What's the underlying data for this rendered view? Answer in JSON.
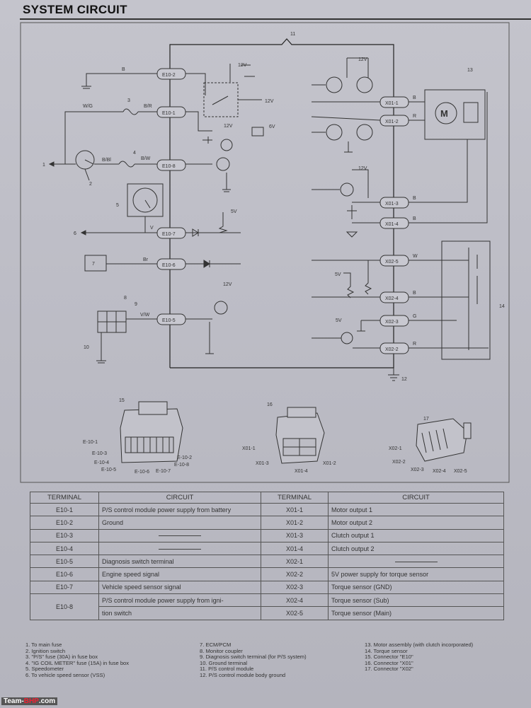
{
  "header": {
    "title": "SYSTEM CIRCUIT"
  },
  "diagram": {
    "left_connectors": [
      "E10-2",
      "E10-1",
      "E10-8",
      "E10-7",
      "E10-6",
      "E10-5"
    ],
    "right_connectors": [
      "X01-1",
      "X01-2",
      "X01-3",
      "X01-4",
      "X02-5",
      "X02-4",
      "X02-3",
      "X02-2"
    ],
    "wire_labels": {
      "b": "B",
      "wg": "W/G",
      "br": "B/R",
      "bbl": "B/Bl",
      "bw": "B/W",
      "v": "V",
      "br2": "Br",
      "vw": "V/W",
      "w": "W",
      "g": "G",
      "r": "R"
    },
    "voltages": {
      "v12": "12V",
      "v5": "5V",
      "v6": "6V"
    },
    "callouts": [
      "1",
      "2",
      "3",
      "4",
      "5",
      "6",
      "7",
      "8",
      "9",
      "10",
      "11",
      "12",
      "13",
      "14",
      "15",
      "16",
      "17"
    ],
    "motor_label": "M",
    "connector13_labels": [
      "E-10-1",
      "E-10-3",
      "E-10-4",
      "E-10-5",
      "E-10-6",
      "E-10-7",
      "E-10-8",
      "E-10-2"
    ],
    "connector16_labels": [
      "X01-1",
      "X01-3",
      "X01-4",
      "X01-2"
    ],
    "connector17_labels": [
      "X02-1",
      "X02-2",
      "X02-3",
      "X02-4",
      "X02-5"
    ]
  },
  "table": {
    "headers": [
      "TERMINAL",
      "CIRCUIT",
      "TERMINAL",
      "CIRCUIT"
    ],
    "rows": [
      {
        "t1": "E10-1",
        "c1": "P/S control module power supply from battery",
        "t2": "X01-1",
        "c2": "Motor output 1"
      },
      {
        "t1": "E10-2",
        "c1": "Ground",
        "t2": "X01-2",
        "c2": "Motor output 2"
      },
      {
        "t1": "E10-3",
        "c1": "",
        "t2": "X01-3",
        "c2": "Clutch output 1"
      },
      {
        "t1": "E10-4",
        "c1": "",
        "t2": "X01-4",
        "c2": "Clutch output 2"
      },
      {
        "t1": "E10-5",
        "c1": "Diagnosis switch terminal",
        "t2": "X02-1",
        "c2": ""
      },
      {
        "t1": "E10-6",
        "c1": "Engine speed signal",
        "t2": "X02-2",
        "c2": "5V power supply for torque sensor"
      },
      {
        "t1": "E10-7",
        "c1": "Vehicle speed sensor signal",
        "t2": "X02-3",
        "c2": "Torque sensor (GND)"
      },
      {
        "t1": "E10-8",
        "c1a": "P/S control module power supply from igni-",
        "c1b": "tion switch",
        "t2a": "X02-4",
        "c2a": "Torque sensor (Sub)",
        "t2b": "X02-5",
        "c2b": "Torque sensor (Main)"
      }
    ]
  },
  "legend": {
    "col1": [
      "1. To main fuse",
      "2. Ignition switch",
      "3. \"P/S\" fuse (30A) in fuse box",
      "4. \"IG COIL METER\" fuse (15A) in fuse box",
      "5. Speedometer",
      "6. To vehicle speed sensor (VSS)"
    ],
    "col2": [
      "7. ECM/PCM",
      "8. Monitor coupler",
      "9. Diagnosis switch terminal (for P/S system)",
      "10. Ground terminal",
      "11. P/S control module",
      "12. P/S control module body ground"
    ],
    "col3": [
      "13. Motor assembly (with clutch incorporated)",
      "14. Torque sensor",
      "15. Connector \"E10\"",
      "16. Connector \"X01\"",
      "17. Connector \"X02\""
    ]
  },
  "watermark": {
    "a": "Team-",
    "b": "BHP",
    "c": ".com"
  }
}
